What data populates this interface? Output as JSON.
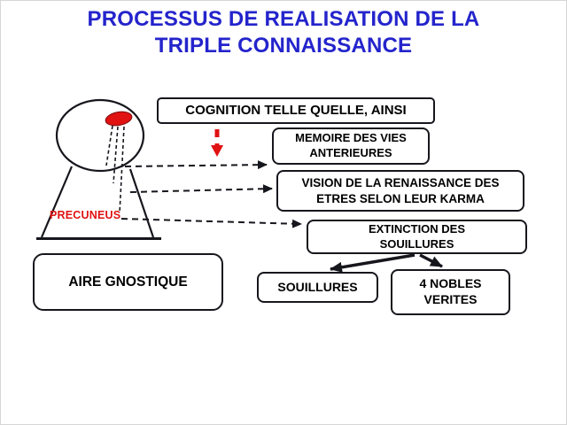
{
  "title": {
    "line1": "PROCESSUS DE REALISATION DE LA",
    "line2": "TRIPLE CONNAISSANCE"
  },
  "colors": {
    "title_blue": "#2424CC",
    "accent_red": "#E01212",
    "ink": "#16161D"
  },
  "nodes": {
    "cognition": "COGNITION TELLE QUELLE, AINSI",
    "memoire": "MEMOIRE DES VIES\nANTERIEURES",
    "vision": "VISION DE LA RENAISSANCE DES\nETRES SELON LEUR KARMA",
    "extinction": "EXTINCTION DES\nSOUILLURES",
    "aire": "AIRE GNOSTIQUE",
    "souillures": "SOUILLURES",
    "nobles": "4 NOBLES\nVERITES",
    "precuneus": "PRECUNEUS"
  }
}
